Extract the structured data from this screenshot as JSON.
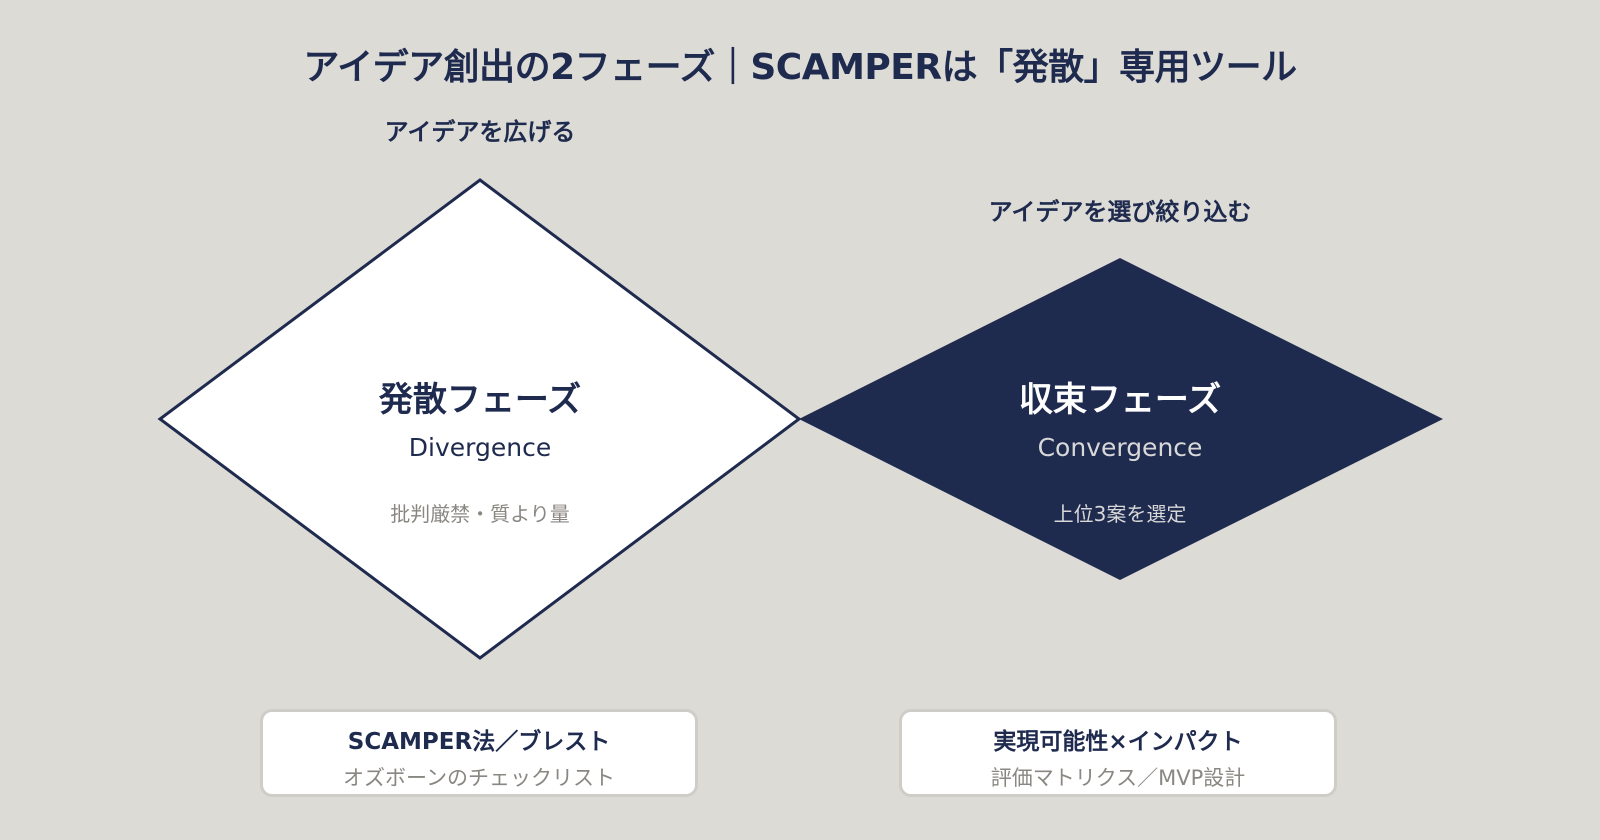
{
  "title": "アイデア創出の2フェーズ｜SCAMPERは「発散」専用ツール",
  "colors": {
    "background": "#dcdbd6",
    "navy": "#1e2a4e",
    "white": "#ffffff",
    "muted_text": "#8a8782"
  },
  "phases": {
    "divergence": {
      "caption": "アイデアを広げる",
      "title_jp": "発散フェーズ",
      "title_en": "Divergence",
      "note": "批判厳禁・質より量",
      "card": {
        "title": "SCAMPER法／ブレスト",
        "subtitle": "オズボーンのチェックリスト"
      }
    },
    "convergence": {
      "caption": "アイデアを選び絞り込む",
      "title_jp": "収束フェーズ",
      "title_en": "Convergence",
      "note": "上位3案を選定",
      "card": {
        "title": "実現可能性×インパクト",
        "subtitle": "評価マトリクス／MVP設計"
      }
    }
  }
}
